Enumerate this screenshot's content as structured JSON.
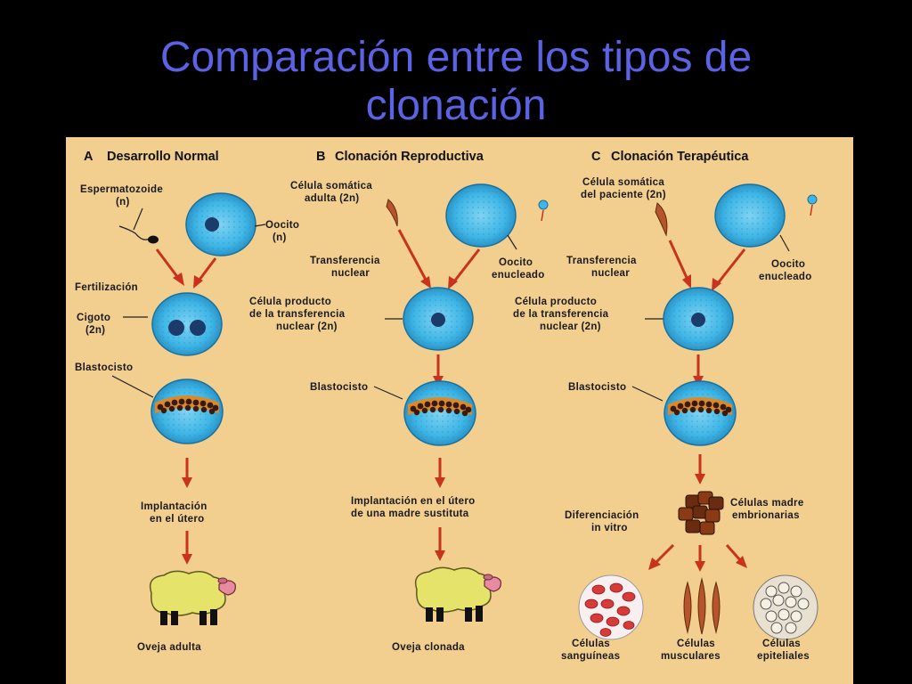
{
  "slide": {
    "title_line1": "Comparación entre los tipos de",
    "title_line2": "clonación"
  },
  "columns": {
    "A": {
      "letter": "A",
      "heading": "Desarrollo Normal",
      "spermatozoid_l1": "Espermatozoide",
      "spermatozoid_l2": "(n)",
      "oocyte_l1": "Oocito",
      "oocyte_l2": "(n)",
      "fertilization": "Fertilización",
      "zygote_l1": "Cigoto",
      "zygote_l2": "(2n)",
      "blastocyst": "Blastocisto",
      "implant_l1": "Implantación",
      "implant_l2": "en el útero",
      "result": "Oveja adulta"
    },
    "B": {
      "letter": "B",
      "heading": "Clonación Reproductiva",
      "somatic_l1": "Célula somática",
      "somatic_l2": "adulta (2n)",
      "transfer_l1": "Transferencia",
      "transfer_l2": "nuclear",
      "enucleated_l1": "Oocito",
      "enucleated_l2": "enucleado",
      "product_l1": "Célula producto",
      "product_l2": "de la transferencia",
      "product_l3": "nuclear   (2n)",
      "blastocyst": "Blastocisto",
      "implant_l1": "Implantación en el útero",
      "implant_l2": "de una madre sustituta",
      "result": "Oveja clonada"
    },
    "C": {
      "letter": "C",
      "heading": "Clonación Terapéutica",
      "somatic_l1": "Célula somática",
      "somatic_l2": "del paciente (2n)",
      "transfer_l1": "Transferencia",
      "transfer_l2": "nuclear",
      "enucleated_l1": "Oocito",
      "enucleated_l2": "enucleado",
      "product_l1": "Célula producto",
      "product_l2": "de la transferencia",
      "product_l3": "nuclear   (2n)",
      "blastocyst": "Blastocisto",
      "diff_l1": "Diferenciación",
      "diff_l2": "in vitro",
      "stem_l1": "Células madre",
      "stem_l2": "embrionarias",
      "blood_l1": "Células",
      "blood_l2": "sanguíneas",
      "muscle_l1": "Células",
      "muscle_l2": "musculares",
      "epithelial_l1": "Células",
      "epithelial_l2": "epiteliales"
    }
  },
  "colors": {
    "background": "#000000",
    "title": "#5b62e3",
    "panel": "#f2cf8e",
    "cell": "#3fb6e6",
    "arrow": "#c8321e",
    "sheep": "#e6e36a"
  }
}
